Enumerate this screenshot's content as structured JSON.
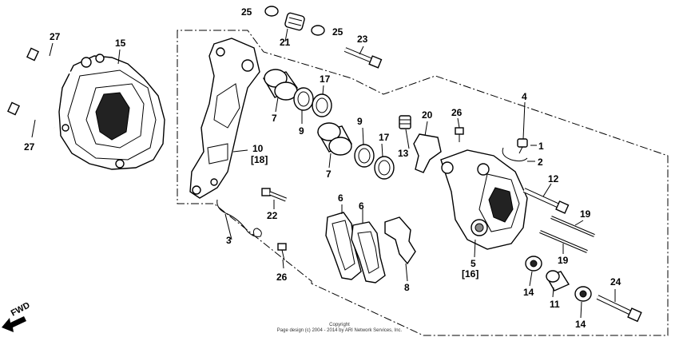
{
  "labels": {
    "p1": "1",
    "p2": "2",
    "p3": "3",
    "p4": "4",
    "p5": "5",
    "p5b": "[16]",
    "p6a": "6",
    "p6b": "6",
    "p7a": "7",
    "p7b": "7",
    "p8": "8",
    "p9a": "9",
    "p9b": "9",
    "p10": "10",
    "p10b": "[18]",
    "p11": "11",
    "p12": "12",
    "p13": "13",
    "p14a": "14",
    "p14b": "14",
    "p15": "15",
    "p17a": "17",
    "p17b": "17",
    "p19a": "19",
    "p19b": "19",
    "p20": "20",
    "p21": "21",
    "p22": "22",
    "p23": "23",
    "p24": "24",
    "p25a": "25",
    "p25b": "25",
    "p26a": "26",
    "p26b": "26",
    "p27a": "27",
    "p27b": "27"
  },
  "fwd_label": "FWD",
  "copyright_line1": "Copyright",
  "copyright_line2": "Page design (c) 2004 - 2014 by ARI Network Services, Inc."
}
